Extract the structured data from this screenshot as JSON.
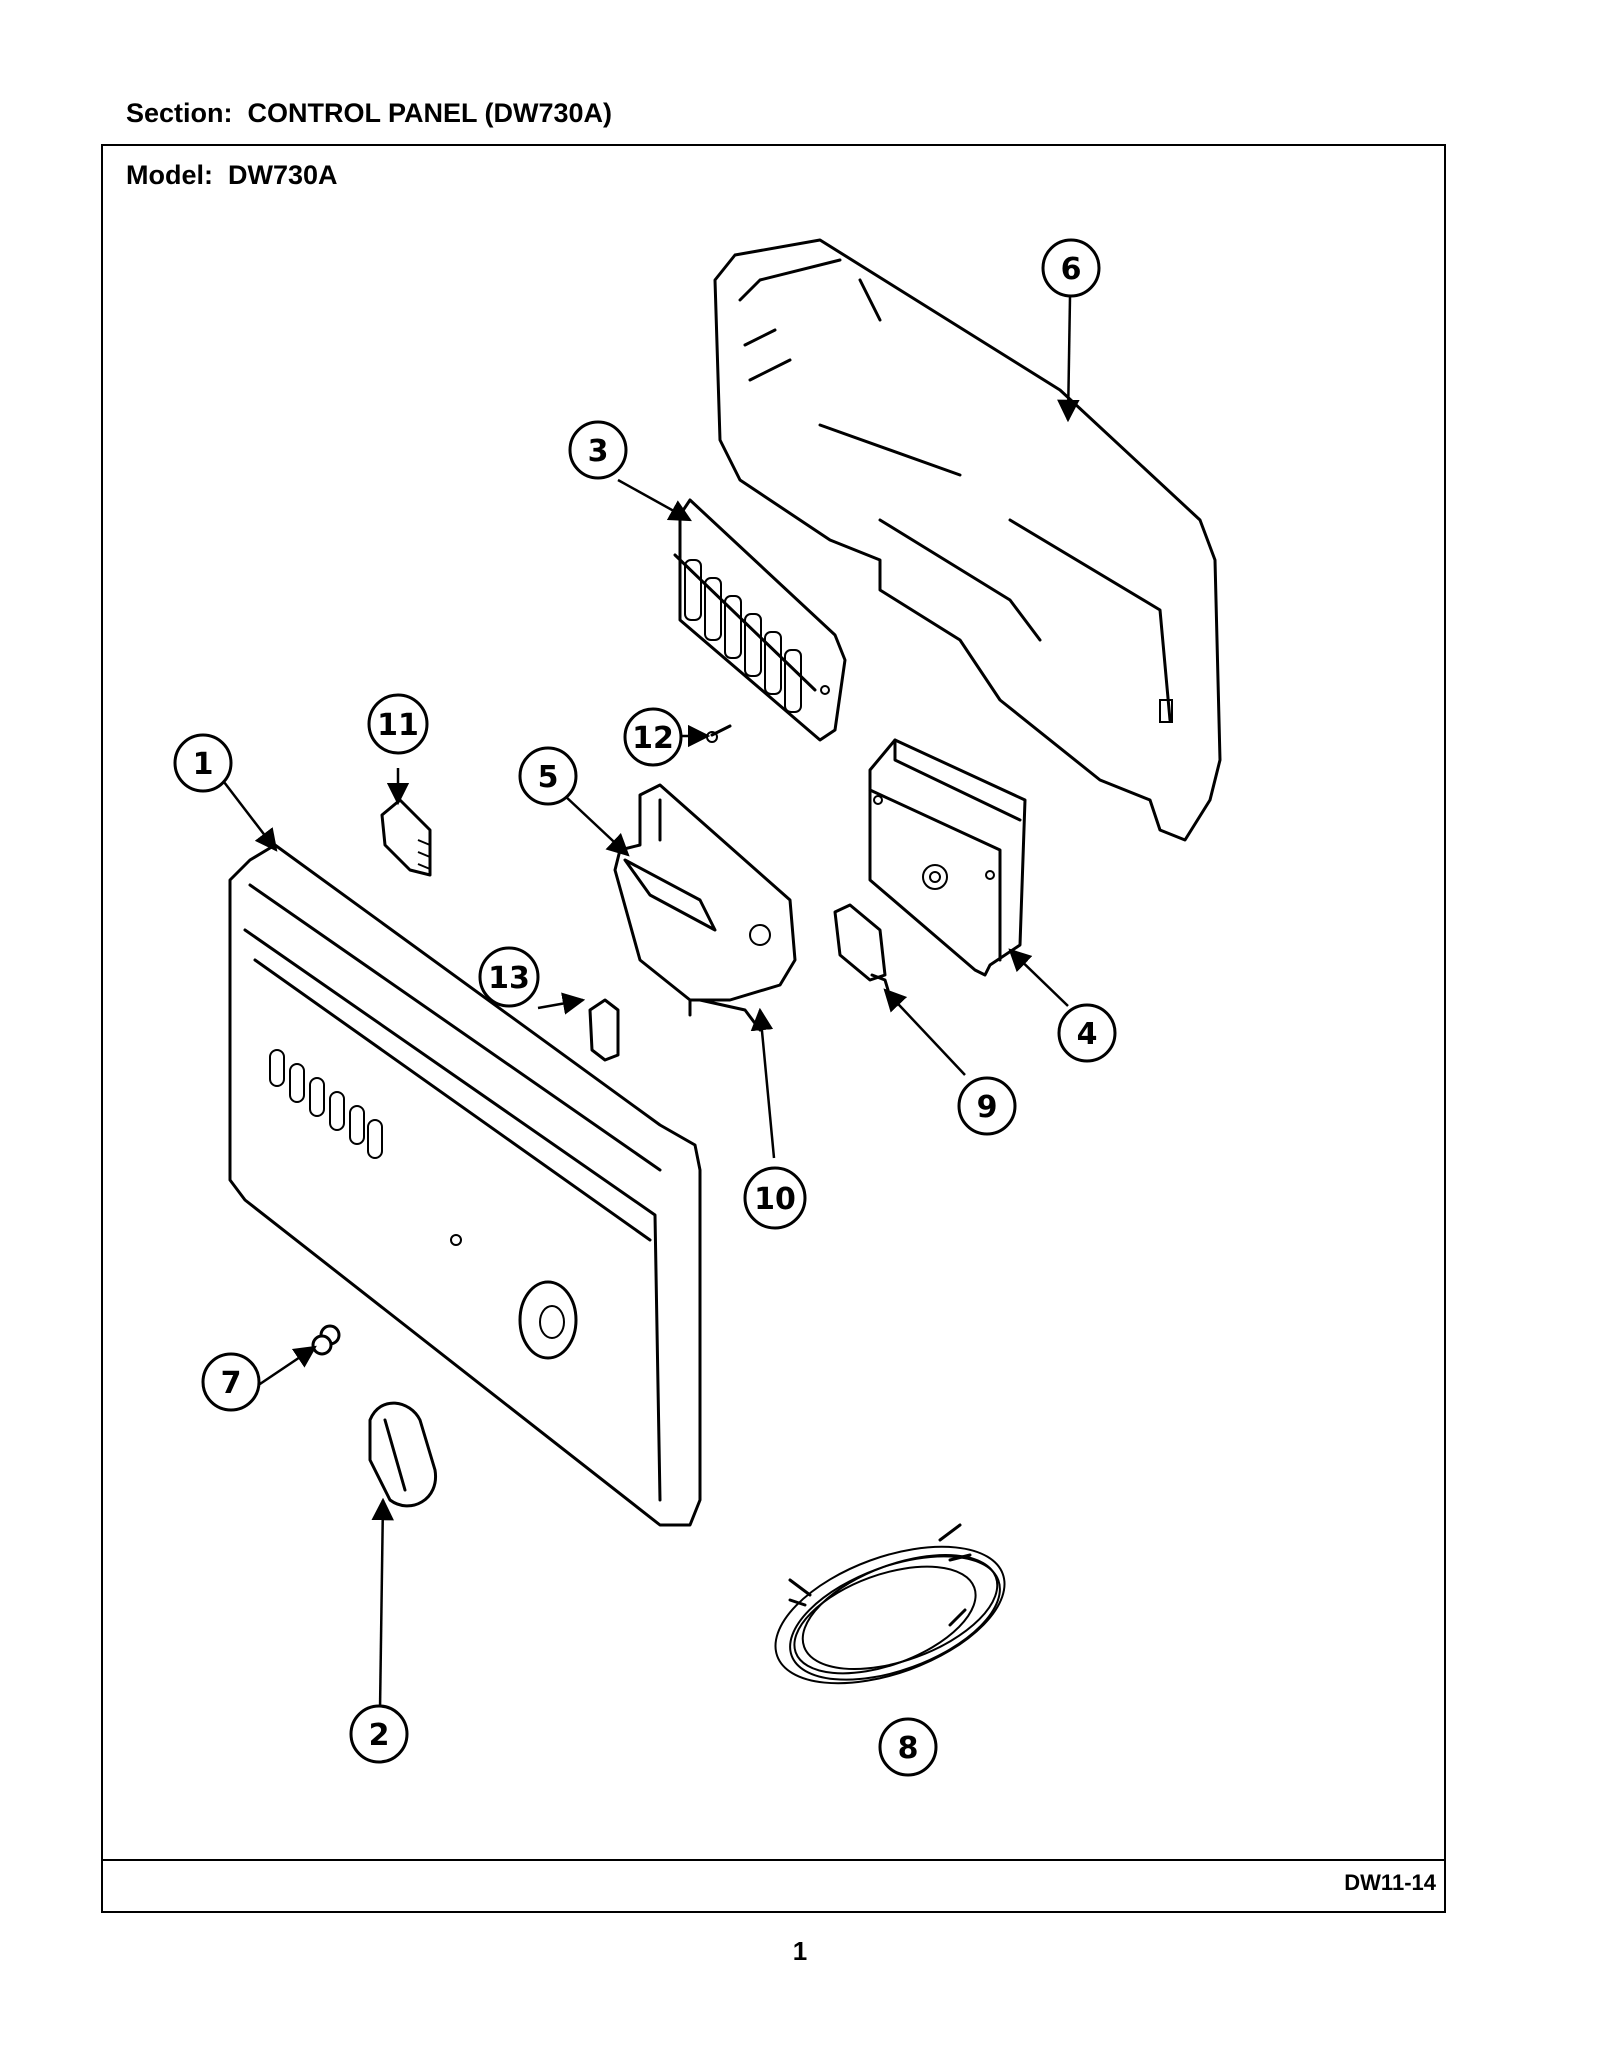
{
  "header": {
    "section_title": "Section:  CONTROL PANEL (DW730A)",
    "model_title": "Model:  DW730A"
  },
  "footer": {
    "code": "DW11-14",
    "page_number": "1"
  },
  "callouts": [
    "1",
    "2",
    "3",
    "4",
    "5",
    "6",
    "7",
    "8",
    "9",
    "10",
    "11",
    "12",
    "13"
  ]
}
